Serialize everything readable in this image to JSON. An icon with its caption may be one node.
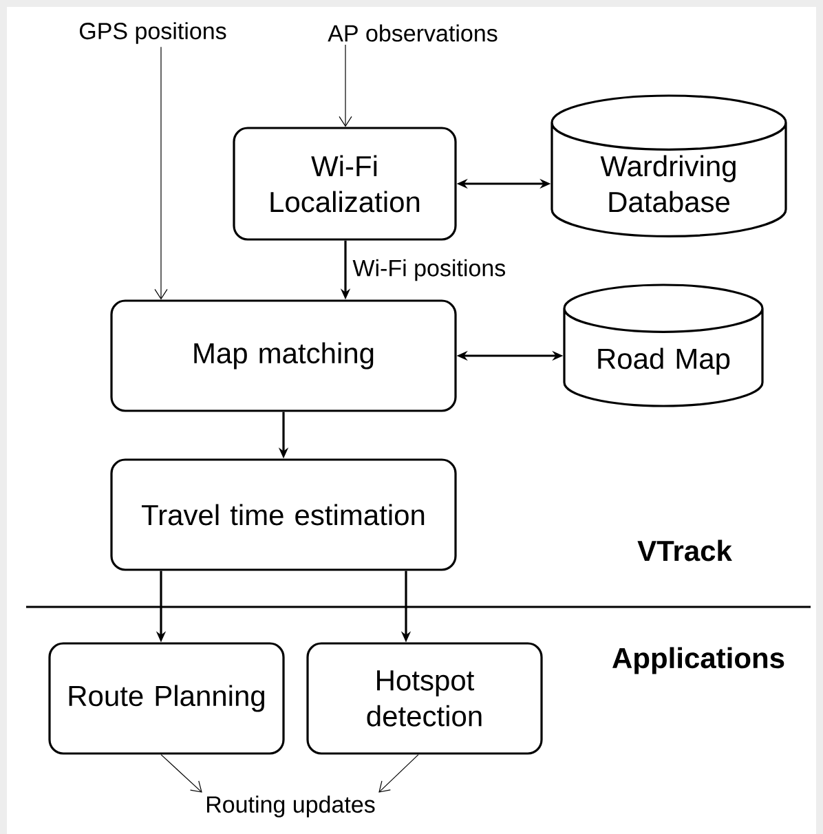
{
  "diagram": {
    "nodes": [
      {
        "text": [
          "GPS positions"
        ]
      },
      {
        "text": [
          "AP observations"
        ]
      },
      {
        "text": [
          "Wi-Fi Localization"
        ]
      },
      {
        "text": [
          "Wardriving Database"
        ]
      },
      {
        "text": [
          "Map matching"
        ]
      },
      {
        "text": [
          "Road Map"
        ]
      },
      {
        "text": [
          "Travel time estimation"
        ]
      },
      {
        "text": [
          "Route Planning"
        ]
      },
      {
        "text": [
          "Hotspot detection"
        ]
      },
      {
        "text": [
          "Routing updates"
        ]
      }
    ],
    "edges": [
      {
        "from": 0,
        "to": 4,
        "arrow": "to"
      },
      {
        "from": 1,
        "to": 2,
        "arrow": "to"
      },
      {
        "from": 2,
        "to": 3,
        "arrow": "both"
      },
      {
        "from": 2,
        "to": 4,
        "arrow": "to",
        "label": "Wi-Fi positions"
      },
      {
        "from": 4,
        "to": 5,
        "arrow": "both"
      },
      {
        "from": 4,
        "to": 6,
        "arrow": "to"
      },
      {
        "from": 6,
        "to": 7,
        "arrow": "to"
      },
      {
        "from": 6,
        "to": 8,
        "arrow": "to"
      },
      {
        "from": 7,
        "to": 9,
        "arrow": "to"
      },
      {
        "from": 8,
        "to": 9,
        "arrow": "to"
      }
    ],
    "labels": [
      "VTrack",
      "Applications"
    ]
  }
}
